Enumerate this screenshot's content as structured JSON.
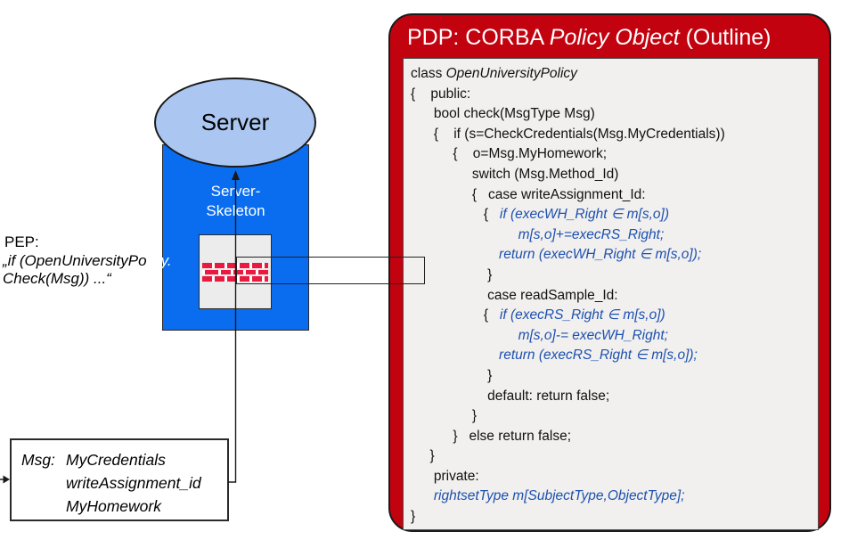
{
  "colors": {
    "pdp_red": "#c3020f",
    "panel_gray": "#f1f0ee",
    "code_blue": "#1d50b0",
    "skeleton_blue": "#0a6df0",
    "ellipse_blue": "#abc7f1",
    "brick_red": "#ea1940"
  },
  "pdp": {
    "title": {
      "prefix": "PDP: CORBA ",
      "italic": "Policy Object",
      "suffix": " (Outline)"
    },
    "code_lines": [
      [
        {
          "t": "class ",
          "c": "k"
        },
        {
          "t": "OpenUniversityPolicy",
          "c": "i"
        }
      ],
      [
        {
          "t": "{    public:",
          "c": "k"
        }
      ],
      [
        {
          "t": "      bool check(MsgType Msg)",
          "c": "k"
        }
      ],
      [
        {
          "t": "      {    if (s=CheckCredentials(Msg.MyCredentials))",
          "c": "k"
        }
      ],
      [
        {
          "t": "           {    o=Msg.MyHomework;",
          "c": "k"
        }
      ],
      [
        {
          "t": "                switch (Msg.Method_Id)",
          "c": "k"
        }
      ],
      [
        {
          "t": "                {   case writeAssignment_Id:",
          "c": "k"
        }
      ],
      [
        {
          "t": "                   {   ",
          "c": "k"
        },
        {
          "t": "if (execWH_Right ∈ m[s,o])",
          "c": "b"
        }
      ],
      [
        {
          "t": "                            m[s,o]+=execRS_Right;",
          "c": "b"
        }
      ],
      [
        {
          "t": "                       return (execWH_Right ∈ m[s,o]);",
          "c": "b"
        }
      ],
      [
        {
          "t": "                    }",
          "c": "k"
        }
      ],
      [
        {
          "t": "                    case readSample_Id:",
          "c": "k"
        }
      ],
      [
        {
          "t": "                   {   ",
          "c": "k"
        },
        {
          "t": "if (execRS_Right ∈ m[s,o])",
          "c": "b"
        }
      ],
      [
        {
          "t": "                            m[s,o]-= execWH_Right;",
          "c": "b"
        }
      ],
      [
        {
          "t": "                       return (execRS_Right ∈ m[s,o]);",
          "c": "b"
        }
      ],
      [
        {
          "t": "                    }",
          "c": "k"
        }
      ],
      [
        {
          "t": "                    default: return false;",
          "c": "k"
        }
      ],
      [
        {
          "t": "                }",
          "c": "k"
        }
      ],
      [
        {
          "t": "           }   else return false;",
          "c": "k"
        }
      ],
      [
        {
          "t": "     }",
          "c": "k"
        }
      ],
      [
        {
          "t": "      private:",
          "c": "k"
        }
      ],
      [
        {
          "t": "      ",
          "c": "k"
        },
        {
          "t": "rightsetType m[SubjectType,ObjectType];",
          "c": "b"
        }
      ],
      [
        {
          "t": "}",
          "c": "k"
        }
      ]
    ]
  },
  "server": {
    "label": "Server"
  },
  "skeleton": {
    "line1": "Server-",
    "line2": "Skeleton"
  },
  "pep": {
    "label": "PEP:",
    "line2_black": "„if (OpenUniversityPo",
    "line2_white": "licy.",
    "line3": "Check(Msg)) ...“"
  },
  "msg_box": {
    "label": "Msg:",
    "values": [
      "MyCredentials",
      "writeAssignment_id",
      "MyHomework"
    ]
  }
}
